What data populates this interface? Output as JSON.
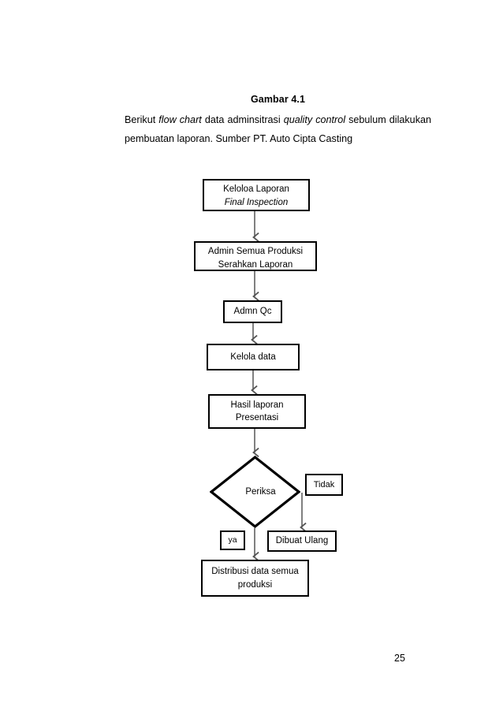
{
  "document": {
    "figure_title": "Gambar 4.1",
    "caption_segments": [
      {
        "text": "Berikut ",
        "italic": false
      },
      {
        "text": "flow chart",
        "italic": true
      },
      {
        "text": " data adminsitrasi ",
        "italic": false
      },
      {
        "text": "quality control",
        "italic": true
      },
      {
        "text": " sebulum dilakukan pembuatan laporan. Sumber PT. Auto Cipta Casting",
        "italic": false
      }
    ],
    "caption_line1": "Berikut flow chart data adminsitrasi quality control sebulum",
    "caption_line2": "dilakukan pembuatan laporan. Sumber PT. Auto Cipta",
    "caption_line3": "Casting",
    "page_number": "25"
  },
  "flowchart": {
    "type": "flowchart",
    "orientation": "top-to-bottom",
    "stroke_color": "#000000",
    "fill_color": "#ffffff",
    "nodes": [
      {
        "id": "keloloa",
        "shape": "rectangle",
        "line1": "Keloloa Laporan",
        "line2": "Final Inspection",
        "line2_italic": true,
        "note": "second line clipped by bottom border"
      },
      {
        "id": "admin-semua",
        "shape": "rectangle",
        "line1": "Admin Semua Produksi",
        "line2": "Serahkan Laporan",
        "line2_italic": false,
        "note": "second line clipped by bottom border"
      },
      {
        "id": "admn-qc",
        "shape": "rectangle",
        "line1": "Admn Qc",
        "line2": "",
        "line2_italic": false
      },
      {
        "id": "kelola-data",
        "shape": "rectangle",
        "line1": "Kelola data",
        "line2": "",
        "line2_italic": false
      },
      {
        "id": "hasil",
        "shape": "rectangle",
        "line1": "Hasil laporan",
        "line2": "Presentasi",
        "line2_italic": false
      },
      {
        "id": "periksa",
        "shape": "diamond",
        "line1": "Periksa",
        "line2": "",
        "line2_italic": false
      },
      {
        "id": "tidak",
        "shape": "rectangle",
        "line1": "Tidak",
        "line2": "",
        "line2_italic": false
      },
      {
        "id": "ya",
        "shape": "rectangle",
        "line1": "ya",
        "line2": "",
        "line2_italic": false
      },
      {
        "id": "dibuat-ulang",
        "shape": "rectangle",
        "line1": "Dibuat Ulang",
        "line2": "",
        "line2_italic": false
      },
      {
        "id": "distribusi",
        "shape": "rectangle",
        "line1": "Distribusi data semua",
        "line2": "produksi",
        "line2_italic": false
      }
    ],
    "edges": [
      {
        "from": "keloloa",
        "to": "admin-semua",
        "label": ""
      },
      {
        "from": "admin-semua",
        "to": "admn-qc",
        "label": ""
      },
      {
        "from": "admn-qc",
        "to": "kelola-data",
        "label": ""
      },
      {
        "from": "kelola-data",
        "to": "hasil",
        "label": ""
      },
      {
        "from": "hasil",
        "to": "periksa",
        "label": ""
      },
      {
        "from": "periksa",
        "to": "distribusi",
        "label": "ya"
      },
      {
        "from": "periksa",
        "to": "dibuat-ulang",
        "label": "Tidak"
      }
    ]
  }
}
